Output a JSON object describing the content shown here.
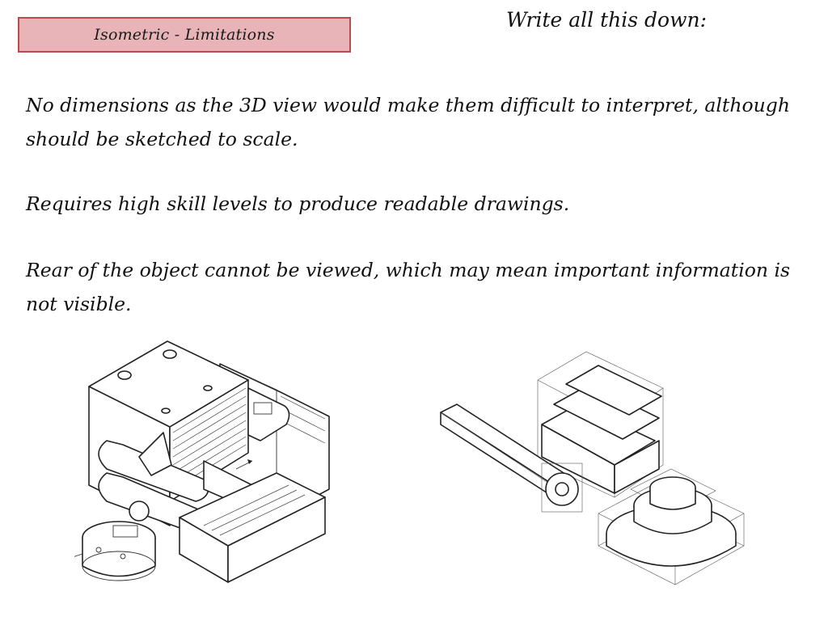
{
  "slide": {
    "title": "Isometric - Limitations",
    "instruction": "Write all this down:",
    "paragraphs": [
      "No dimensions as the 3D view would make them difficult to interpret, although should be sketched to scale.",
      "Requires high skill levels to produce readable drawings.",
      "Rear of the object cannot be viewed, which may mean important information is not visible."
    ]
  },
  "colors": {
    "title_fill": "#e8b4b8",
    "title_border": "#b84b4b"
  }
}
